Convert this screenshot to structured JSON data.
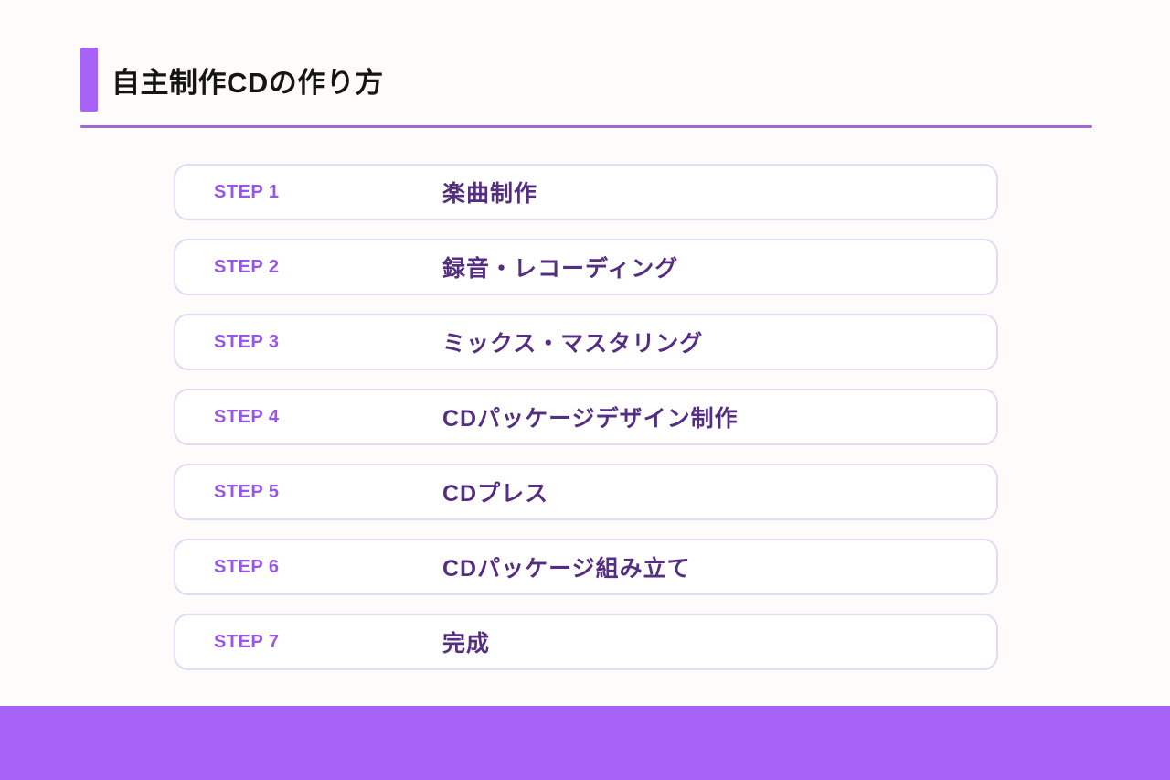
{
  "slide": {
    "title": "自主制作CDの作り方"
  },
  "steps": [
    {
      "label": "STEP 1",
      "title": "楽曲制作"
    },
    {
      "label": "STEP 2",
      "title": "録音・レコーディング"
    },
    {
      "label": "STEP 3",
      "title": "ミックス・マスタリング"
    },
    {
      "label": "STEP 4",
      "title": "CDパッケージデザイン制作"
    },
    {
      "label": "STEP 5",
      "title": "CDプレス"
    },
    {
      "label": "STEP 6",
      "title": "CDパッケージ組み立て"
    },
    {
      "label": "STEP 7",
      "title": "完成"
    }
  ],
  "colors": {
    "accent": "#a763f7",
    "divider": "#a266d8",
    "step_label": "#9657e6",
    "step_title": "#542e80",
    "card_border": "#e3daf4",
    "page_bg": "#fdfcfa",
    "title_color": "#151515"
  }
}
